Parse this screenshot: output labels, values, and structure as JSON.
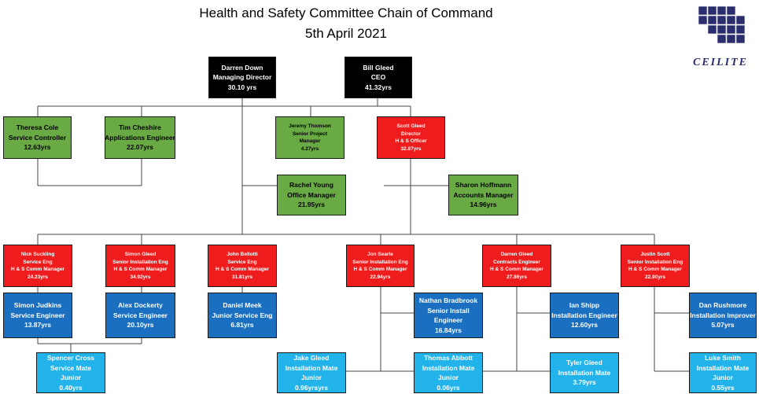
{
  "title": "Health and Safety Committee Chain of Command",
  "date": "5th April 2021",
  "logo": {
    "text": "CEILITE"
  },
  "colors": {
    "executive": "#000000",
    "office": "#6aaa45",
    "hs_manager": "#ee1c1c",
    "engineer": "#1a6fc0",
    "mate": "#22b3ea"
  },
  "people": {
    "darren_down": [
      "Darren Down",
      "Managing Director",
      "30.10 yrs"
    ],
    "bill_gleed": [
      "Bill Gleed",
      "CEO",
      "41.32yrs"
    ],
    "theresa_cole": [
      "Theresa Cole",
      "Service Controller",
      "12.63yrs"
    ],
    "tim_cheshire": [
      "Tim Cheshire",
      "Applications Engineer",
      "22.07yrs"
    ],
    "jeremy_thomson": [
      "Jeremy Thomson",
      "Senior Project",
      "Manager",
      "4.27yrs"
    ],
    "scott_gleed": [
      "Scott Gleed",
      "Director",
      "H & S Officer",
      "32.87yrs"
    ],
    "rachel_young": [
      "Rachel Young",
      "Office Manager",
      "21.95yrs"
    ],
    "sharon_hoffmann": [
      "Sharon Hoffmann",
      "Accounts Manager",
      "14.96yrs"
    ],
    "nick_suckling": [
      "Nick Suckling",
      "Service Eng",
      "H & S Comm Manager",
      "24.23yrs"
    ],
    "simon_gleed": [
      "Simon Gleed",
      "Senior Installation Eng",
      "H & S Comm Manager",
      "34.92yrs"
    ],
    "john_bellotti": [
      "John Bellotti",
      "Service Eng",
      "H & S Comm Manager",
      "31.81yrs"
    ],
    "jon_searle": [
      "Jon Searle",
      "Senior Installation Eng",
      "H & S Comm Manager",
      "22.94yrs"
    ],
    "darren_gleed": [
      "Darren Gleed",
      "Contracts Engineer",
      "H & S Comm Manager",
      "27.86yrs"
    ],
    "justin_scott": [
      "Justin Scott",
      "Senior Installation Eng",
      "H & S Comm Manager",
      "22.90yrs"
    ],
    "simon_judkins": [
      "Simon Judkins",
      "Service Engineer",
      "13.87yrs"
    ],
    "alex_dockerty": [
      "Alex Dockerty",
      "Service Engineer",
      "20.10yrs"
    ],
    "daniel_meek": [
      "Daniel Meek",
      "Junior Service Eng",
      "6.81yrs"
    ],
    "nathan_bradbrook": [
      "Nathan Bradbrook",
      "Senior Install",
      "Engineer",
      "16.84yrs"
    ],
    "ian_shipp": [
      "Ian Shipp",
      "Installation Engineer",
      "12.60yrs"
    ],
    "dan_rushmore": [
      "Dan Rushmore",
      "Installation Improver",
      "5.07yrs"
    ],
    "spencer_cross": [
      "Spencer Cross",
      "Service Mate",
      "Junior",
      "0.40yrs"
    ],
    "jake_gleed": [
      "Jake  Gleed",
      "Installation Mate",
      "Junior",
      "0.96yrsyrs"
    ],
    "thomas_abbott": [
      "Thomas Abbott",
      "Installation Mate",
      "Junior",
      "0.06yrs"
    ],
    "tyler_gleed": [
      "Tyler Gleed",
      "Installation Mate",
      "3.79yrs"
    ],
    "luke_smith": [
      "Luke Smith",
      "Installation Mate",
      "Junior",
      "0.55yrs"
    ]
  }
}
